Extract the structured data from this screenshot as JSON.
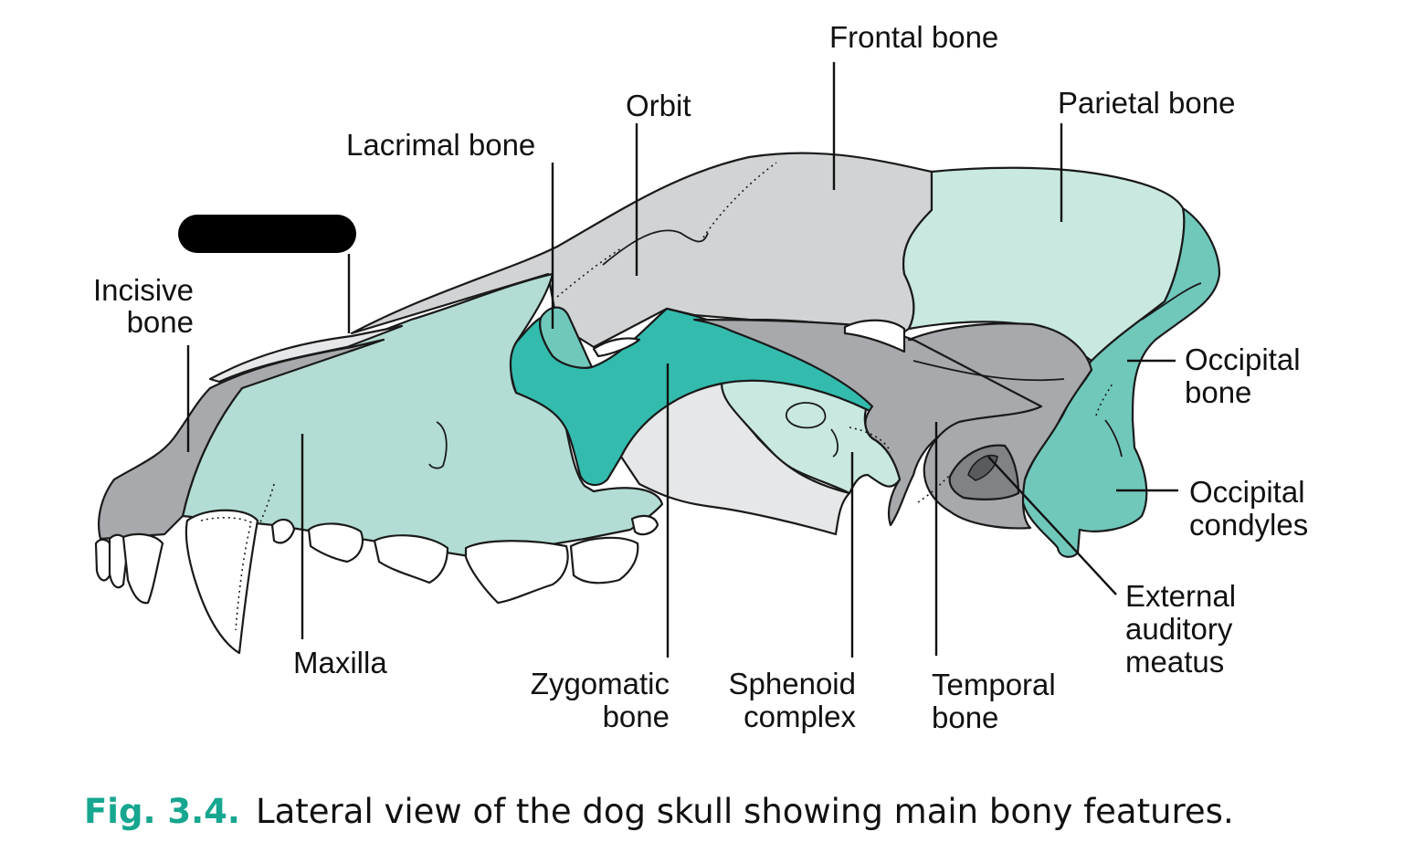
{
  "colors": {
    "mint": "#b3ddd4",
    "pale_mint": "#c8e8e0",
    "teal": "#33bcae",
    "mid_teal": "#70c8bb",
    "light_grey": "#d1d3d4",
    "mid_grey": "#a7a9ac",
    "dark_grey": "#808285",
    "very_light_grey": "#e6e7e8",
    "caption_accent": "#17a68f"
  },
  "labels": {
    "frontal_bone": "Frontal bone",
    "orbit": "Orbit",
    "parietal_bone": "Parietal bone",
    "lacrimal_bone": "Lacrimal bone",
    "incisive_bone_line1": "Incisive",
    "incisive_bone_line2": "bone",
    "occipital_bone_line1": "Occipital",
    "occipital_bone_line2": "bone",
    "occipital_condyles_line1": "Occipital",
    "occipital_condyles_line2": "condyles",
    "external_auditory_meatus_line1": "External",
    "external_auditory_meatus_line2": "auditory",
    "external_auditory_meatus_line3": "meatus",
    "maxilla": "Maxilla",
    "zygomatic_bone_line1": "Zygomatic",
    "zygomatic_bone_line2": "bone",
    "sphenoid_complex_line1": "Sphenoid",
    "sphenoid_complex_line2": "complex",
    "temporal_bone_line1": "Temporal",
    "temporal_bone_line2": "bone"
  },
  "caption": {
    "number": "Fig. 3.4.",
    "text": "Lateral view of the dog skull showing main bony features."
  }
}
